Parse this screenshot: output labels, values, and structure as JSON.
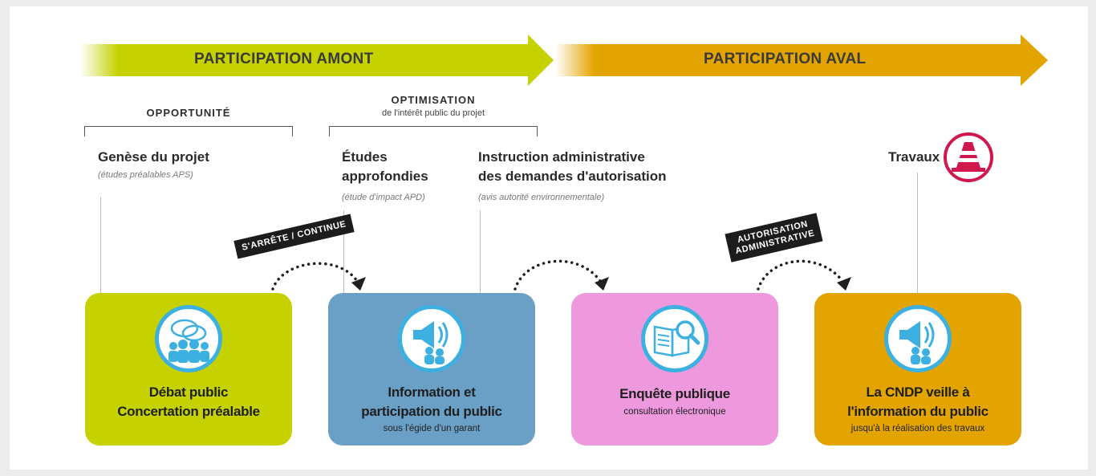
{
  "phases": {
    "amont_label": "PARTICIPATION AMONT",
    "aval_label": "PARTICIPATION AVAL",
    "amont_color": "#c6d200",
    "aval_color": "#e4a400"
  },
  "brackets": {
    "opportunite": {
      "title": "OPPORTUNITÉ"
    },
    "optimisation": {
      "title": "OPTIMISATION",
      "subtitle": "de l'intérêt public du projet"
    }
  },
  "stages": {
    "genese": {
      "title": "Genèse du projet",
      "subtitle": "(études préalables APS)"
    },
    "etudes": {
      "line1": "Études",
      "line2": "approfondies",
      "subtitle": "(étude d'impact APD)"
    },
    "instruction": {
      "line1": "Instruction administrative",
      "line2": "des demandes d'autorisation",
      "subtitle": "(avis autorité environnementale)"
    },
    "travaux": {
      "title": "Travaux",
      "icon": "traffic-cone-icon",
      "icon_color": "#d0184e"
    }
  },
  "tags": {
    "arrete": "S'ARRÊTE / CONTINUE",
    "autorisation_line1": "AUTORISATION",
    "autorisation_line2": "ADMINISTRATIVE"
  },
  "boxes": [
    {
      "id": "debat",
      "color": "#c6d200",
      "icon": "discussion-group-icon",
      "line1": "Débat public",
      "line2": "Concertation préalable",
      "sub": ""
    },
    {
      "id": "information",
      "color": "#6ba0c6",
      "icon": "megaphone-group-icon",
      "line1": "Information et",
      "line2": "participation du public",
      "sub": "sous l'égide d'un garant"
    },
    {
      "id": "enquete",
      "color": "#ee99de",
      "icon": "document-search-icon",
      "line1": "Enquête publique",
      "line2": "",
      "sub": "consultation électronique"
    },
    {
      "id": "cndp",
      "color": "#e4a400",
      "icon": "megaphone-group-icon",
      "line1": "La CNDP veille à",
      "line2": "l'information du public",
      "sub": "jusqu'à la réalisation des travaux"
    }
  ],
  "icon_ring_color": "#3cb0e0"
}
